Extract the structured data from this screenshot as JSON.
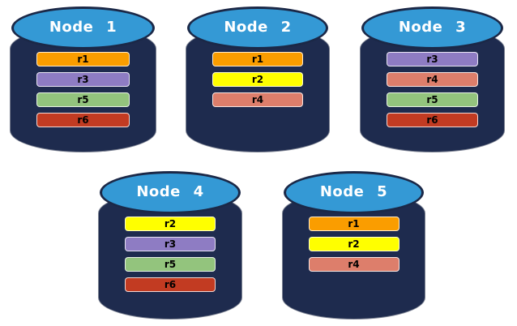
{
  "diagram": {
    "background_color": "#FFFFFF",
    "cylinder_body_color": "#1E2B4E",
    "cylinder_cap_color": "#3499D5",
    "cylinder_outline_color": "#1B2847",
    "bar_border_color": "#FFFFFF",
    "title_text_color": "#FFFFFF",
    "bar_text_color": "#000000"
  },
  "replica_colors": {
    "r1": "#FA9D00",
    "r2": "#FFFF00",
    "r3": "#8E7CC3",
    "r4": "#DD7E6B",
    "r5": "#93C47D",
    "r6": "#C23B22"
  },
  "nodes": [
    {
      "label": "Node 1",
      "replicas": [
        {
          "label": "r1",
          "color": "#FA9D00"
        },
        {
          "label": "r3",
          "color": "#8E7CC3"
        },
        {
          "label": "r5",
          "color": "#93C47D"
        },
        {
          "label": "r6",
          "color": "#C23B22"
        }
      ]
    },
    {
      "label": "Node 2",
      "replicas": [
        {
          "label": "r1",
          "color": "#FA9D00"
        },
        {
          "label": "r2",
          "color": "#FFFF00"
        },
        {
          "label": "r4",
          "color": "#DD7E6B"
        }
      ]
    },
    {
      "label": "Node 3",
      "replicas": [
        {
          "label": "r3",
          "color": "#8E7CC3"
        },
        {
          "label": "r4",
          "color": "#DD7E6B"
        },
        {
          "label": "r5",
          "color": "#93C47D"
        },
        {
          "label": "r6",
          "color": "#C23B22"
        }
      ]
    },
    {
      "label": "Node 4",
      "replicas": [
        {
          "label": "r2",
          "color": "#FFFF00"
        },
        {
          "label": "r3",
          "color": "#8E7CC3"
        },
        {
          "label": "r5",
          "color": "#93C47D"
        },
        {
          "label": "r6",
          "color": "#C23B22"
        }
      ]
    },
    {
      "label": "Node 5",
      "replicas": [
        {
          "label": "r1",
          "color": "#FA9D00"
        },
        {
          "label": "r2",
          "color": "#FFFF00"
        },
        {
          "label": "r4",
          "color": "#DD7E6B"
        }
      ]
    }
  ]
}
